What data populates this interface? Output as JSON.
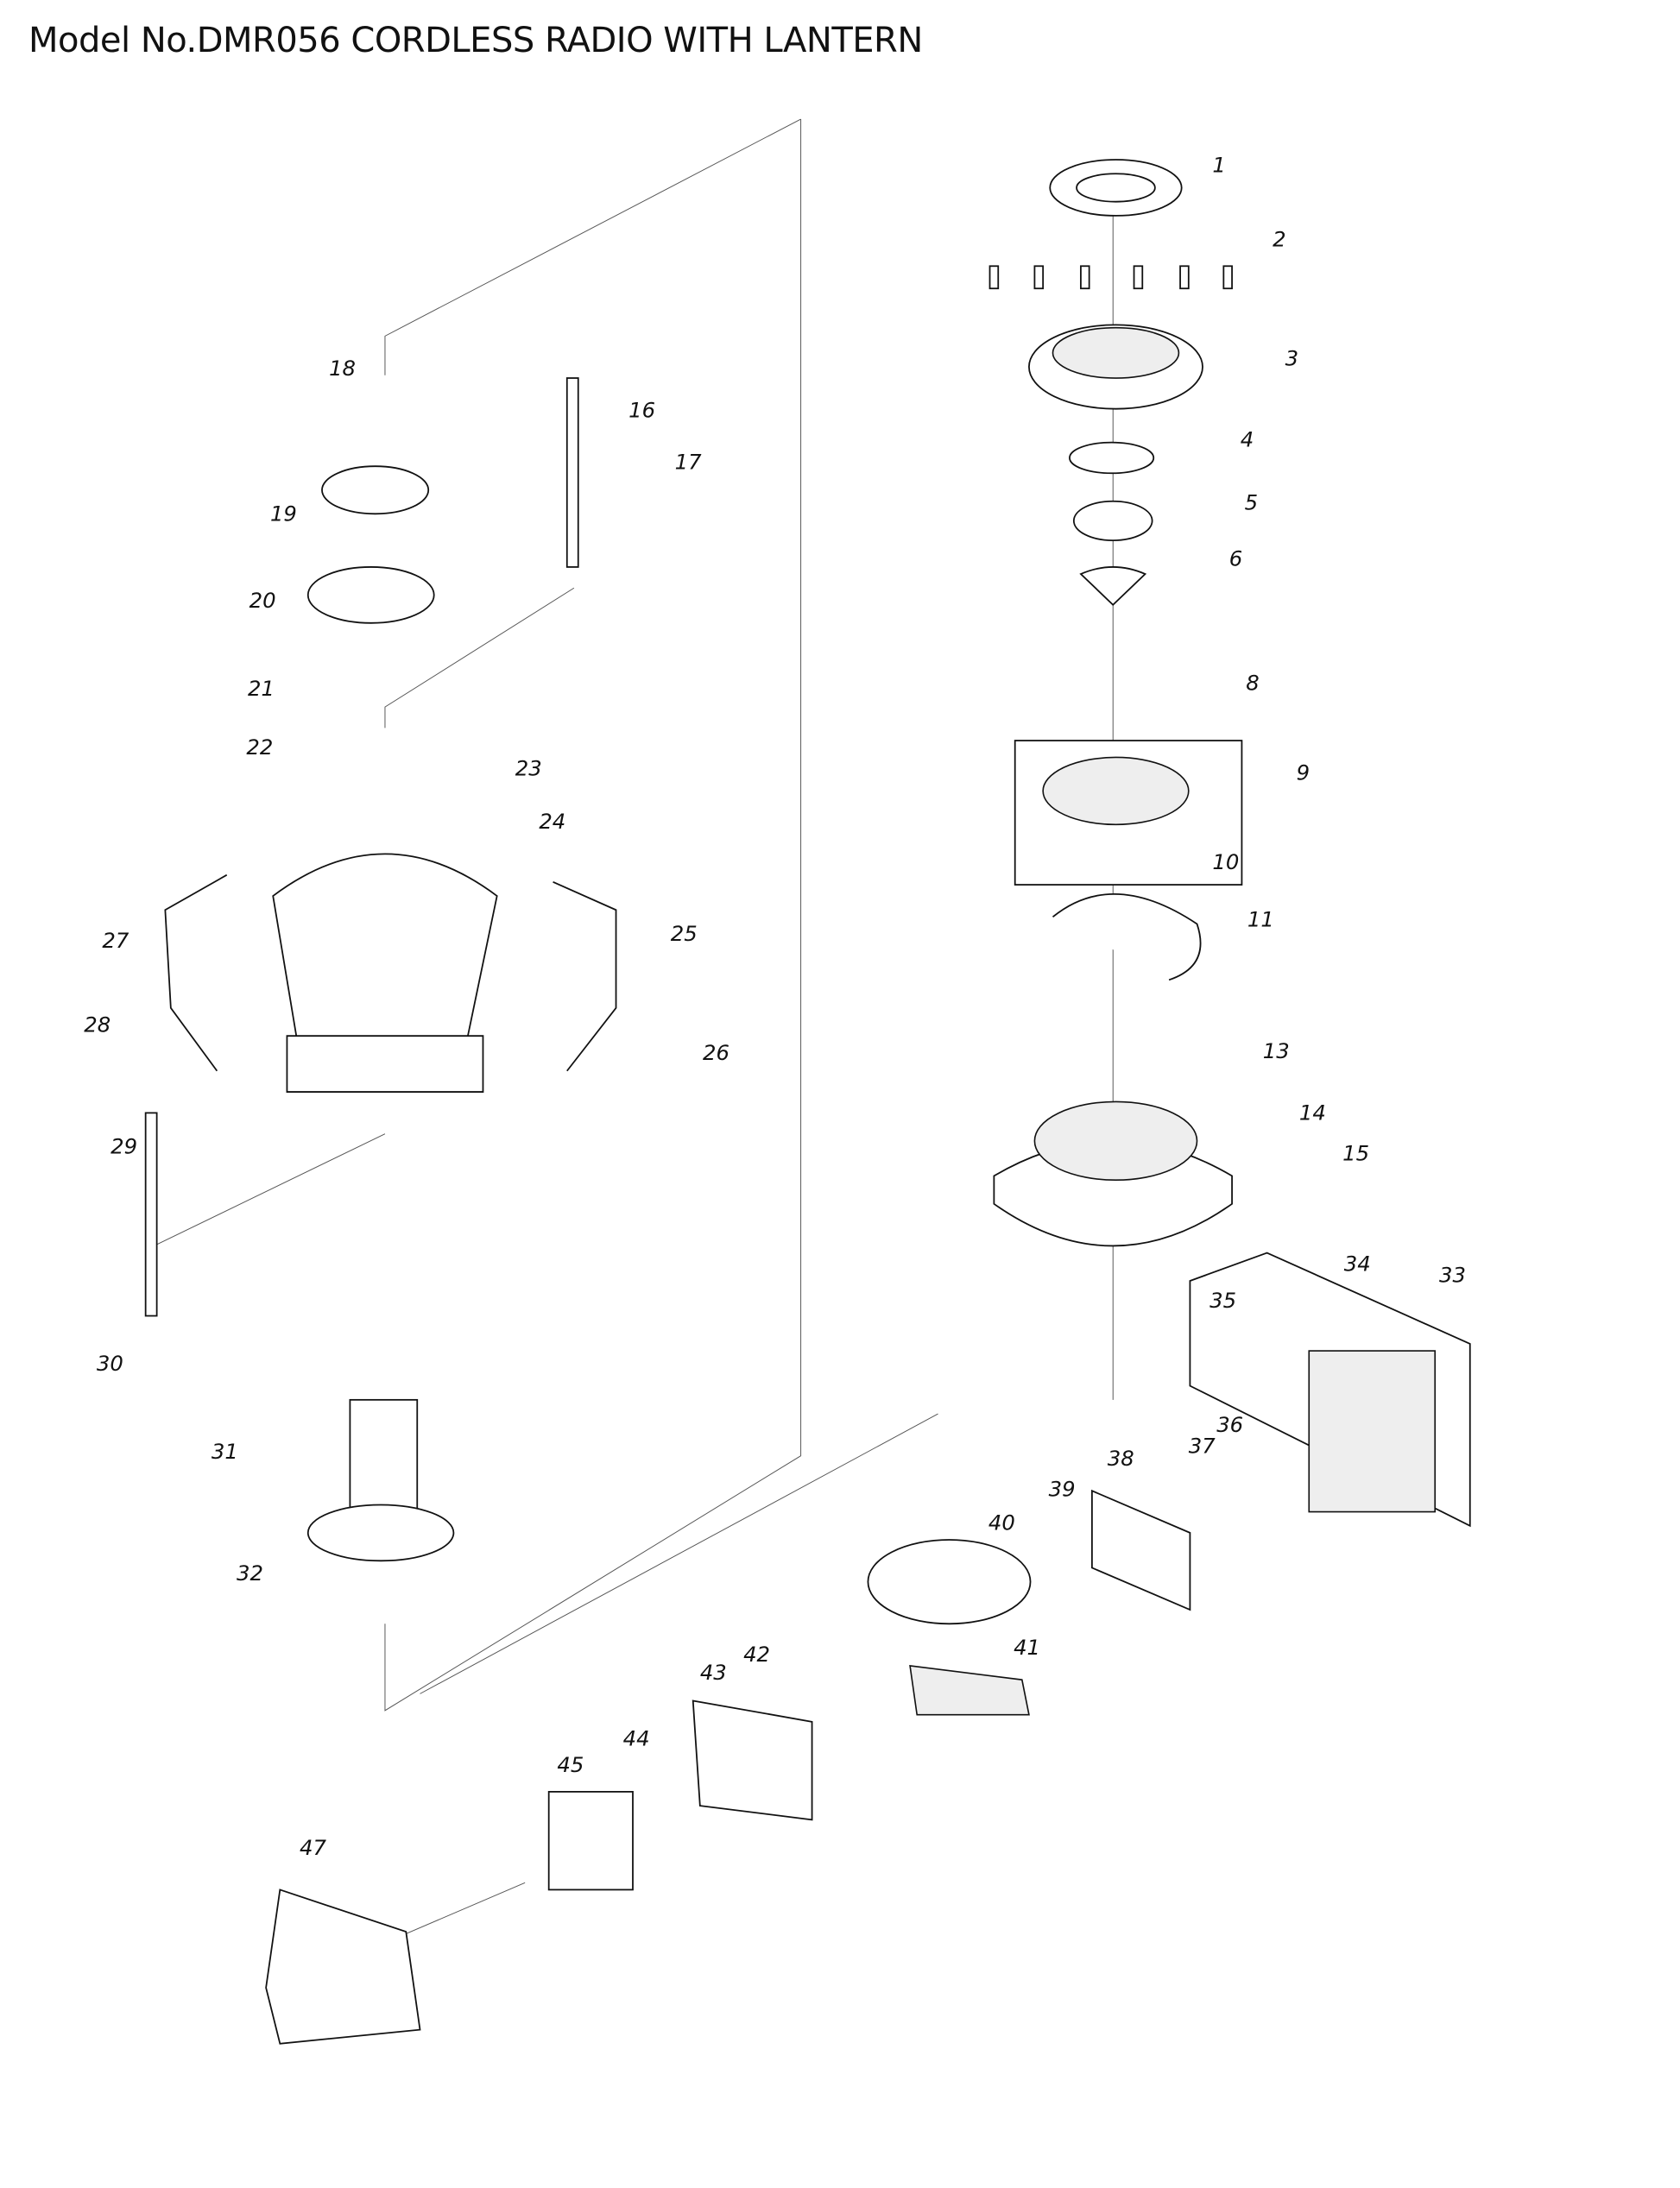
{
  "title": "Model No.DMR056 CORDLESS RADIO WITH LANTERN",
  "part_labels": [
    "1",
    "2",
    "3",
    "4",
    "5",
    "6",
    "8",
    "9",
    "10",
    "11",
    "13",
    "14",
    "15",
    "16",
    "17",
    "18",
    "19",
    "20",
    "21",
    "22",
    "23",
    "24",
    "25",
    "26",
    "27",
    "28",
    "29",
    "30",
    "31",
    "32",
    "33",
    "34",
    "35",
    "36",
    "37",
    "38",
    "39",
    "40",
    "41",
    "42",
    "43",
    "44",
    "45",
    "47"
  ]
}
